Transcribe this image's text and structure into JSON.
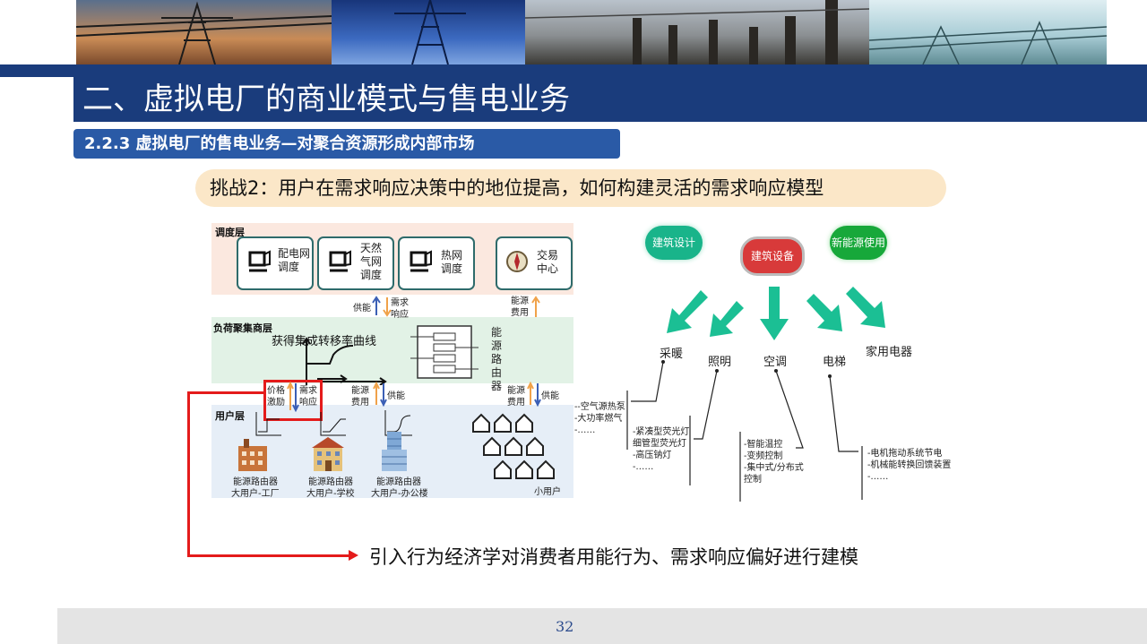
{
  "title": "二、虚拟电厂的商业模式与售电业务",
  "subtitle": "2.2.3 虚拟电厂的售电业务—对聚合资源形成内部市场",
  "challenge": "挑战2：用户在需求响应决策中的地位提高，如何构建灵活的需求响应模型",
  "left": {
    "sched_layer": "调度层",
    "sched_items": [
      "配电网调度",
      "天然气网调度",
      "热网调度"
    ],
    "trade_center": "交易中心",
    "supply": "供能",
    "demand_resp": "需求响应",
    "energy_fee": "能源费用",
    "load_layer": "负荷聚集商层",
    "curve_label": "获得集成转移率曲线",
    "router_label": "能源路由器",
    "price_incentive": "价格激励",
    "demand_resp2": "需求响应",
    "energy_fee2": "能源费用",
    "supply2": "供能",
    "energy_fee3": "能源费用",
    "supply3": "供能",
    "user_layer": "用户层",
    "users": [
      {
        "router": "能源路由器",
        "name": "大用户-工厂"
      },
      {
        "router": "能源路由器",
        "name": "大用户-学校"
      },
      {
        "router": "能源路由器",
        "name": "大用户-办公楼"
      }
    ],
    "small_user": "小用户"
  },
  "bottom_text": "引入行为经济学对消费者用能行为、需求响应偏好进行建模",
  "right": {
    "pill_left": "建筑设计",
    "pill_center": "建筑设备",
    "pill_right": "新能源使用",
    "categories": [
      "采暖",
      "照明",
      "空调",
      "电梯",
      "家用电器"
    ],
    "heating_items": [
      "--空气源热泵",
      "-大功率燃气",
      "-……"
    ],
    "lighting_items": [
      "-紧凑型荧光灯",
      "细管型荧光灯",
      "-高压钠灯",
      "-……"
    ],
    "ac_items": [
      "-智能温控",
      "-变频控制",
      "-集中式/分布式控制"
    ],
    "elevator_items": [
      "-电机拖动系统节电",
      "-机械能转换回馈装置",
      "-……"
    ]
  },
  "page_number": "32",
  "colors": {
    "navy": "#1a3c7c",
    "blue": "#2a5aa6",
    "red": "#e41b1b",
    "teal": "#19b48a",
    "green": "#17a83a"
  }
}
